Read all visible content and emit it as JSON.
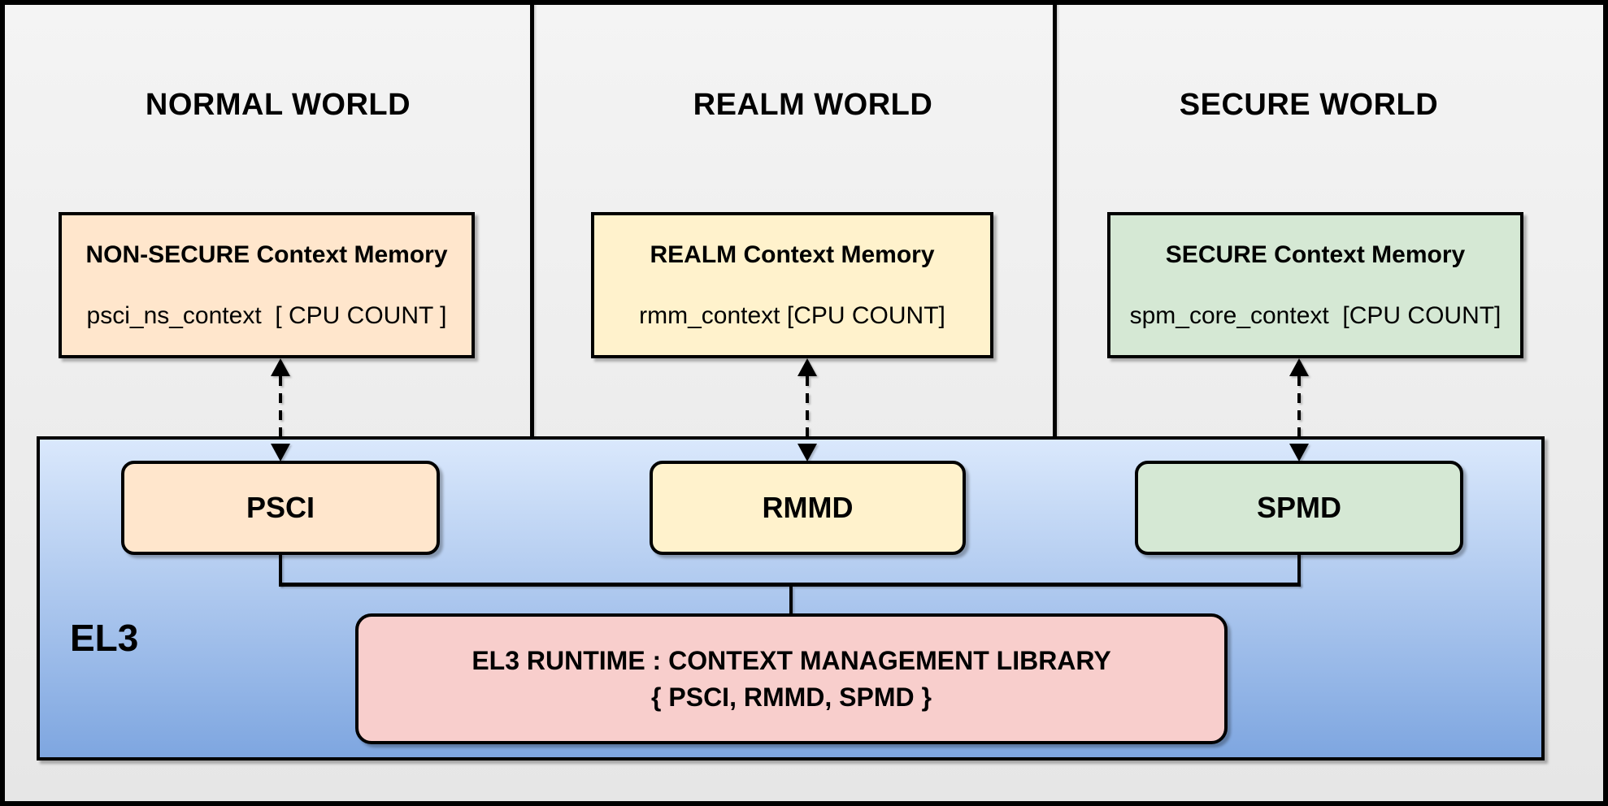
{
  "worlds": [
    {
      "title": "NORMAL WORLD",
      "context_memory": {
        "title": "NON-SECURE Context Memory",
        "variable": "psci_ns_context  [ CPU COUNT ]",
        "fill": "#FFE6CC"
      },
      "module": {
        "label": "PSCI",
        "fill": "#FFE6CC"
      }
    },
    {
      "title": "REALM WORLD",
      "context_memory": {
        "title": "REALM Context Memory",
        "variable": "rmm_context [CPU COUNT]",
        "fill": "#FFF2CC"
      },
      "module": {
        "label": "RMMD",
        "fill": "#FFF2CC"
      }
    },
    {
      "title": "SECURE WORLD",
      "context_memory": {
        "title": "SECURE Context Memory",
        "variable": "spm_core_context  [CPU COUNT]",
        "fill": "#D5E8D4"
      },
      "module": {
        "label": "SPMD",
        "fill": "#D5E8D4"
      }
    }
  ],
  "el3": {
    "label": "EL3",
    "runtime_library": {
      "line1": "EL3 RUNTIME : CONTEXT MANAGEMENT LIBRARY",
      "line2": "{ PSCI, RMMD, SPMD }",
      "fill": "#F8CECC"
    },
    "fill_top": "#DAE8FC",
    "fill_bottom": "#7EA6E0"
  },
  "colors": {
    "background_top": "#F4F4F4",
    "background_bottom": "#E6E6E6",
    "line": "#000000"
  }
}
